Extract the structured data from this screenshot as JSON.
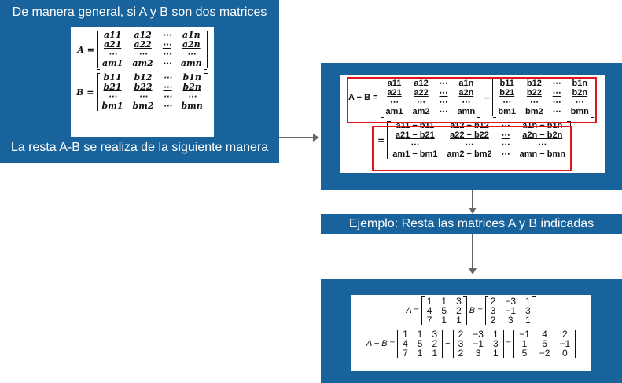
{
  "colors": {
    "box": "#18639b",
    "arrow": "#666666",
    "highlight": "#e0161c"
  },
  "box1": {
    "title": "De manera general, si A y B son dos matrices",
    "footer": "La resta A-B se realiza de la siguiente manera",
    "matrix_a": {
      "label": "A =",
      "rows": [
        [
          "a11",
          "a12",
          "⋯",
          "a1n"
        ],
        [
          "a21",
          "a22",
          "⋯",
          "a2n"
        ],
        [
          "⋯",
          "⋯",
          "⋯",
          "⋯"
        ],
        [
          "am1",
          "am2",
          "⋯",
          "amn"
        ]
      ]
    },
    "matrix_b": {
      "label": "B =",
      "rows": [
        [
          "b11",
          "b12",
          "⋯",
          "b1n"
        ],
        [
          "b21",
          "b22",
          "⋯",
          "b2n"
        ],
        [
          "⋯",
          "⋯",
          "⋯",
          "⋯"
        ],
        [
          "bm1",
          "bm2",
          "⋯",
          "bmn"
        ]
      ]
    }
  },
  "box2": {
    "label": "A − B =",
    "minus": "−",
    "equals": "=",
    "matrix_a": {
      "rows": [
        [
          "a11",
          "a12",
          "⋯",
          "a1n"
        ],
        [
          "a21",
          "a22",
          "⋯",
          "a2n"
        ],
        [
          "⋯",
          "⋯",
          "⋯",
          "⋯"
        ],
        [
          "am1",
          "am2",
          "⋯",
          "amn"
        ]
      ]
    },
    "matrix_b": {
      "rows": [
        [
          "b11",
          "b12",
          "⋯",
          "b1n"
        ],
        [
          "b21",
          "b22",
          "⋯",
          "b2n"
        ],
        [
          "⋯",
          "⋯",
          "⋯",
          "⋯"
        ],
        [
          "bm1",
          "bm2",
          "⋯",
          "bmn"
        ]
      ]
    },
    "matrix_result": {
      "rows": [
        [
          "a11 − b11",
          "a12 − b12",
          "⋯",
          "a1n − b1n"
        ],
        [
          "a21 − b21",
          "a22 − b22",
          "⋯",
          "a2n − b2n"
        ],
        [
          "⋯",
          "⋯",
          "⋯",
          "⋯"
        ],
        [
          "am1 − bm1",
          "am2 − bm2",
          "⋯",
          "amn − bmn"
        ]
      ]
    }
  },
  "banner": {
    "text": "Ejemplo: Resta las matrices A y B indicadas"
  },
  "box3": {
    "label_a": "A =",
    "label_b": "B =",
    "label_diff": "A − B =",
    "minus": "−",
    "equals": "=",
    "matrix_a": {
      "rows": [
        [
          "1",
          "1",
          "3"
        ],
        [
          "4",
          "5",
          "2"
        ],
        [
          "7",
          "1",
          "1"
        ]
      ]
    },
    "matrix_b": {
      "rows": [
        [
          "2",
          "−3",
          "1"
        ],
        [
          "3",
          "−1",
          "3"
        ],
        [
          "2",
          "3",
          "1"
        ]
      ]
    },
    "matrix_result": {
      "rows": [
        [
          "−1",
          "4",
          "2"
        ],
        [
          "1",
          "6",
          "−1"
        ],
        [
          "5",
          "−2",
          "0"
        ]
      ]
    }
  }
}
